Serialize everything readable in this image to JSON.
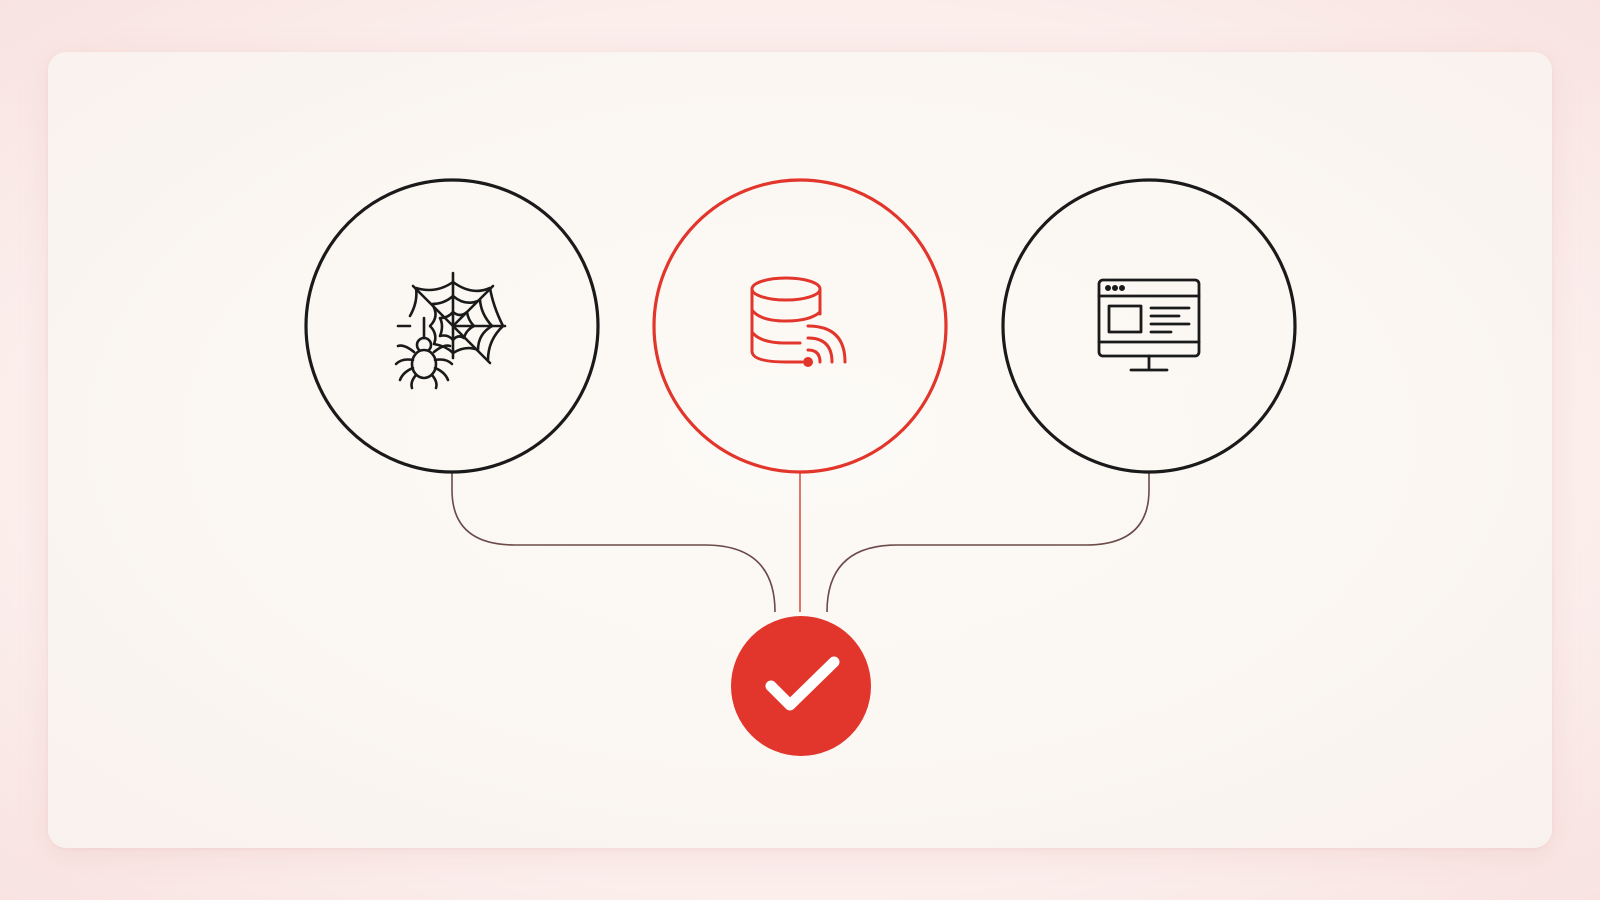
{
  "colors": {
    "accent": "#e2352b",
    "ink": "#1a1a1a",
    "card_background": "#fbf7f3",
    "page_background": "#fbeceb"
  },
  "nodes": [
    {
      "id": "crawler",
      "icon": "spider-web-icon",
      "style": "dark-outline"
    },
    {
      "id": "data-feed",
      "icon": "database-feed-icon",
      "style": "accent-outline"
    },
    {
      "id": "web-dashboard",
      "icon": "monitor-browser-icon",
      "style": "dark-outline"
    }
  ],
  "result": {
    "icon": "checkmark-icon",
    "style": "accent-filled"
  }
}
